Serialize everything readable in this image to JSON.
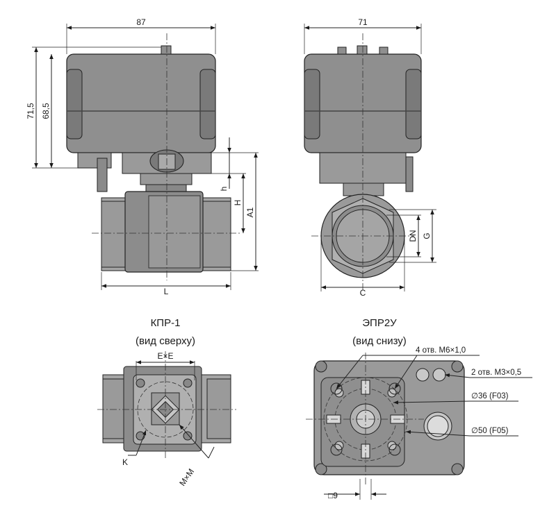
{
  "top_views": {
    "front": {
      "width_dim": "87",
      "height_dim_outer": "71,5",
      "height_dim_inner": "68,5",
      "dim_h": "h",
      "dim_H": "H",
      "dim_A1": "A1",
      "dim_L": "L"
    },
    "side": {
      "width_dim": "71",
      "dim_DN": "DN",
      "dim_G": "G",
      "dim_C": "C"
    }
  },
  "bottom_left": {
    "title": "КПР-1",
    "subtitle": "(вид сверху)",
    "dim_ExE": "E×E",
    "dim_K": "K",
    "dim_MxM": "M×M"
  },
  "bottom_right": {
    "title": "ЭПР2У",
    "subtitle": "(вид снизу)",
    "holes_m6": "4 отв. М6×1,0",
    "holes_m3": "2 отв. М3×0,5",
    "circle_f03": "∅36 (F03)",
    "circle_f05": "∅50 (F05)",
    "square": "□9"
  },
  "colors": {
    "body": "#8f8f8f",
    "body_dark": "#6e6e6e",
    "body_light": "#a8a8a8",
    "line": "#1a1a1a"
  }
}
